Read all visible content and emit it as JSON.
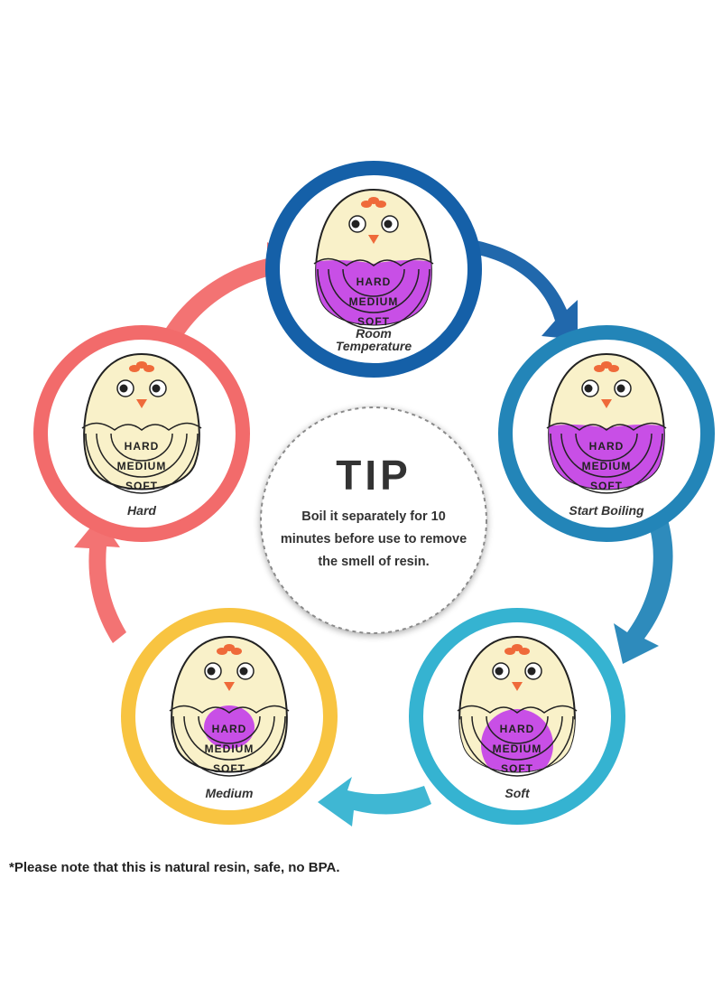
{
  "tip": {
    "title": "TIP",
    "lines": [
      "Boil it separately for 10",
      "minutes before use to remove",
      "the smell of resin."
    ]
  },
  "stages": [
    {
      "id": "room",
      "label_lines": [
        "Room",
        "Temperature"
      ],
      "ring_color": "#1560a8",
      "fill": "full"
    },
    {
      "id": "boiling",
      "label_lines": [
        "Start Boiling"
      ],
      "ring_color": "#2385b8",
      "fill": "full"
    },
    {
      "id": "soft",
      "label_lines": [
        "Soft"
      ],
      "ring_color": "#35b3d1",
      "fill": "medium"
    },
    {
      "id": "medium",
      "label_lines": [
        "Medium"
      ],
      "ring_color": "#f8c441",
      "fill": "hard"
    },
    {
      "id": "hard",
      "label_lines": [
        "Hard"
      ],
      "ring_color": "#f26b6b",
      "fill": "none"
    }
  ],
  "egg_labels": {
    "hard": "HARD",
    "medium": "MEDIUM",
    "soft": "SOFT"
  },
  "colors": {
    "egg": "#f9f1c9",
    "indicator": "#c84fe6",
    "comb": "#ef6a3a",
    "beak": "#ef6a3a",
    "outline": "#222222"
  },
  "footnote": "*Please note that this is natural resin, safe, no BPA."
}
